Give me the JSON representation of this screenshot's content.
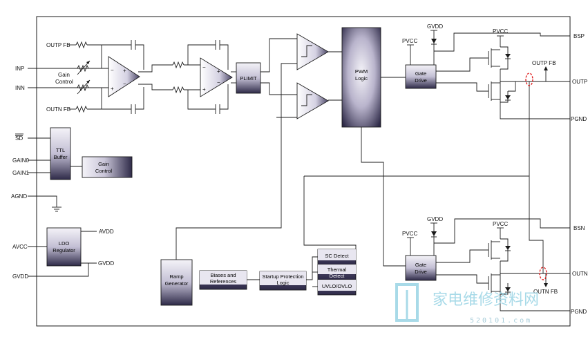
{
  "pins_left": {
    "inp": "INP",
    "inn": "INN",
    "outp_fb": "OUTP FB",
    "outn_fb": "OUTN FB",
    "sd": "SD",
    "gain0": "GAIN0",
    "gain1": "GAIN1",
    "agnd": "AGND",
    "avcc": "AVCC",
    "gvdd": "GVDD"
  },
  "pins_right": {
    "bsp": "BSP",
    "outp": "OUTP",
    "pgnd_top": "PGND",
    "bsn": "BSN",
    "outn": "OUTN",
    "pgnd_bottom": "PGND"
  },
  "blocks": {
    "gain_control_label_line1": "Gain",
    "gain_control_label_line2": "Control",
    "plimit": "PLIMIT",
    "pwm_line1": "PWM",
    "pwm_line2": "Logic",
    "gate_drive_line1": "Gate",
    "gate_drive_line2": "Drive",
    "ttl_line1": "TTL",
    "ttl_line2": "Buffer",
    "gain_ctrl_block_line1": "Gain",
    "gain_ctrl_block_line2": "Control",
    "ldo_line1": "LDO",
    "ldo_line2": "Regulator",
    "ramp_line1": "Ramp",
    "ramp_line2": "Generator",
    "biases_line1": "Biases and",
    "biases_line2": "References",
    "startup_line1": "Startup Protection",
    "startup_line2": "Logic",
    "sc_detect": "SC Detect",
    "thermal_line1": "Thermal",
    "thermal_line2": "Detect",
    "uvlo": "UVLO/OVLO"
  },
  "net_labels": {
    "gvdd_top": "GVDD",
    "pvcc_gd_top": "PVCC",
    "pvcc_fet_top": "PVCC",
    "outp_fb_right": "OUTP FB",
    "gvdd_bottom": "GVDD",
    "pvcc_gd_bottom": "PVCC",
    "pvcc_fet_bottom": "PVCC",
    "outn_fb_right": "OUTN FB",
    "avdd": "AVDD",
    "gvdd_ldo": "GVDD"
  },
  "watermark": {
    "cn": "家电维修资料网",
    "url": "520101.com"
  },
  "colors": {
    "block_dark": "#2e2a48",
    "block_light": "#e8e6f0",
    "wire": "#1a1a1a",
    "ferrite": "#e02020",
    "watermark": "#9fd6e6"
  }
}
